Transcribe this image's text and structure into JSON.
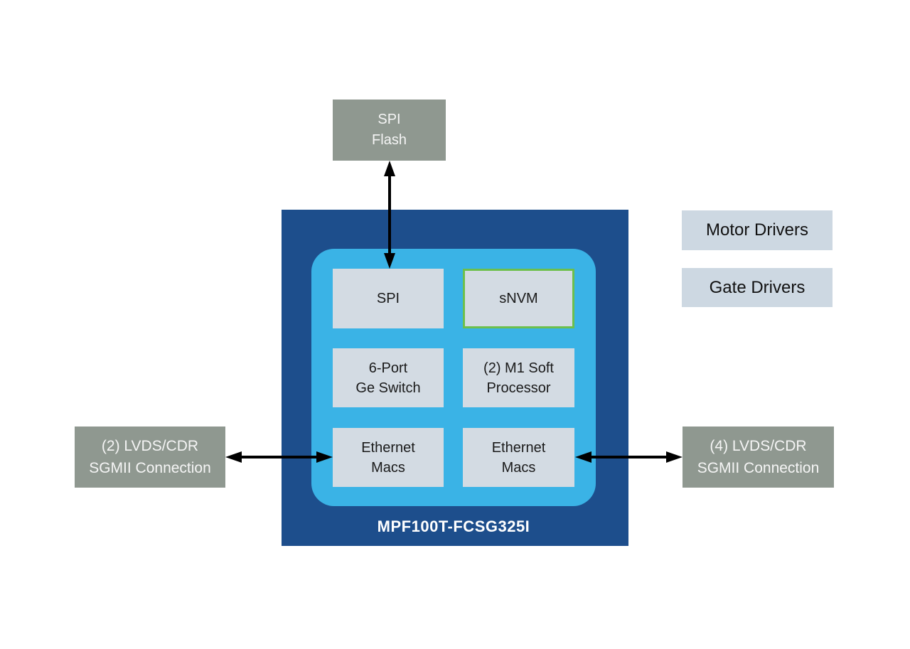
{
  "colors": {
    "dark_blue": "#1d4e8c",
    "light_blue": "#3ab3e6",
    "gray": "#8f9890",
    "light_panel": "#d3dbe3",
    "driver_panel": "#cdd8e2",
    "green_border": "#6cbf4c",
    "arrow": "#000000",
    "text_dark": "#1a1a1a",
    "text_light": "#f5f5f5"
  },
  "fpga": {
    "name": "MPF100T-FCSG325I",
    "blocks": {
      "spi": "SPI",
      "snvm": "sNVM",
      "ge_switch": "6-Port\nGe Switch",
      "m1_processor": "(2) M1 Soft\nProcessor",
      "eth_macs_left": "Ethernet\nMacs",
      "eth_macs_right": "Ethernet\nMacs"
    }
  },
  "external": {
    "spi_flash": "SPI\nFlash",
    "motor_drivers": "Motor Drivers",
    "gate_drivers": "Gate Drivers",
    "sgmii_left": "(2) LVDS/CDR\nSGMII Connection",
    "sgmii_right": "(4) LVDS/CDR\nSGMII Connection"
  }
}
